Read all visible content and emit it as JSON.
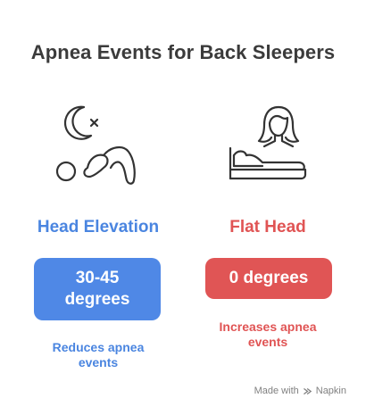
{
  "title": "Apnea Events for Back Sleepers",
  "left": {
    "heading": "Head Elevation",
    "value_line1": "30-45",
    "value_line2": "degrees",
    "note_line1": "Reduces apnea",
    "note_line2": "events",
    "icon": "sleeping-person-moon-icon",
    "color": "#4f88e6"
  },
  "right": {
    "heading": "Flat Head",
    "value": "0 degrees",
    "note_line1": "Increases apnea",
    "note_line2": "events",
    "icon": "woman-lying-flat-bed-icon",
    "color": "#e05555"
  },
  "footer": {
    "made_with": "Made with",
    "brand": "Napkin"
  }
}
